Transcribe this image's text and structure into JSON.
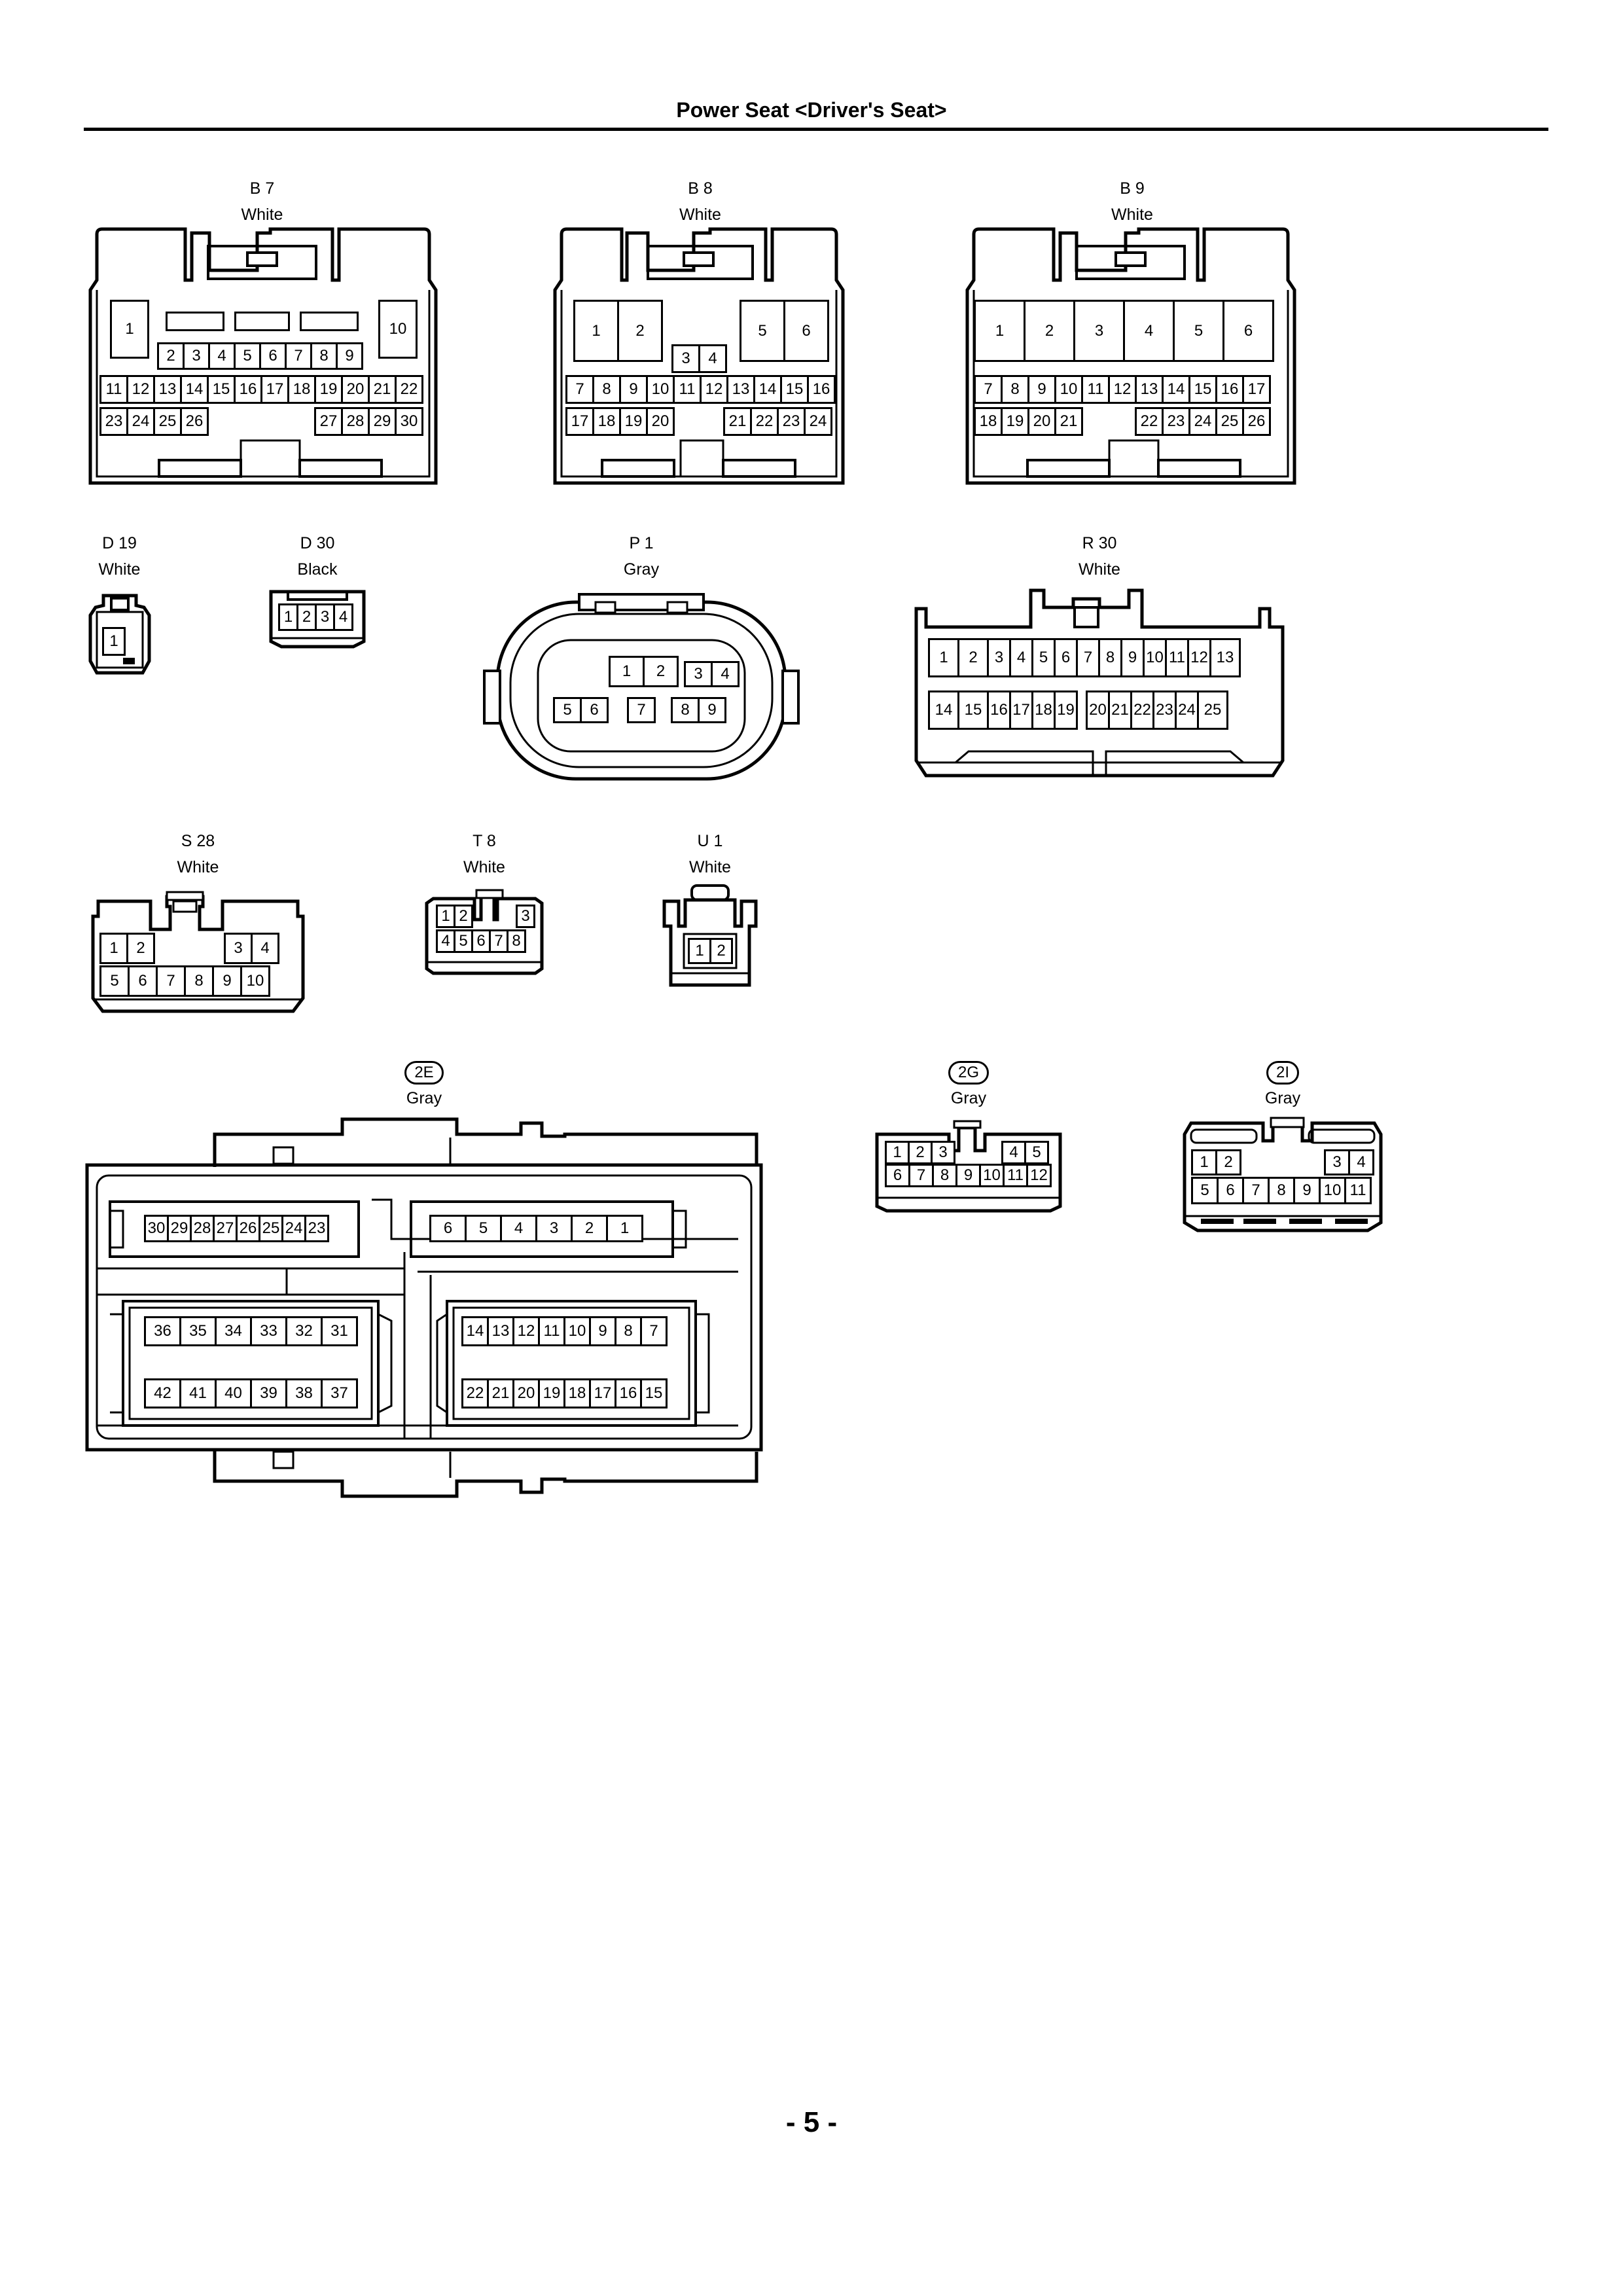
{
  "page": {
    "title": "Power Seat <Driver's Seat>",
    "page_number": "- 5 -"
  },
  "connectors": {
    "b7": {
      "id": "B 7",
      "color": "White",
      "rows": [
        [
          "1",
          "",
          "",
          "",
          "",
          "",
          "",
          "",
          "",
          "10"
        ],
        [
          "2",
          "3",
          "4",
          "5",
          "6",
          "7",
          "8",
          "9"
        ],
        [
          "11",
          "12",
          "13",
          "14",
          "15",
          "16",
          "17",
          "18",
          "19",
          "20",
          "21",
          "22"
        ],
        [
          "23",
          "24",
          "25",
          "26",
          "27",
          "28",
          "29",
          "30"
        ]
      ]
    },
    "b8": {
      "id": "B 8",
      "color": "White",
      "rows": [
        [
          "1",
          "2",
          "5",
          "6"
        ],
        [
          "3",
          "4"
        ],
        [
          "7",
          "8",
          "9",
          "10",
          "11",
          "12",
          "13",
          "14",
          "15",
          "16"
        ],
        [
          "17",
          "18",
          "19",
          "20",
          "21",
          "22",
          "23",
          "24"
        ]
      ]
    },
    "b9": {
      "id": "B 9",
      "color": "White",
      "rows": [
        [
          "1",
          "2",
          "3",
          "4",
          "5",
          "6"
        ],
        [
          "7",
          "8",
          "9",
          "10",
          "11",
          "12",
          "13",
          "14",
          "15",
          "16",
          "17"
        ],
        [
          "18",
          "19",
          "20",
          "21",
          "22",
          "23",
          "24",
          "25",
          "26"
        ]
      ]
    },
    "d19": {
      "id": "D 19",
      "color": "White",
      "rows": [
        [
          "1"
        ]
      ]
    },
    "d30": {
      "id": "D 30",
      "color": "Black",
      "rows": [
        [
          "1",
          "2",
          "3",
          "4"
        ]
      ]
    },
    "p1": {
      "id": "P 1",
      "color": "Gray",
      "rows": [
        [
          "1",
          "2",
          "3",
          "4"
        ],
        [
          "5",
          "6",
          "7",
          "8",
          "9"
        ]
      ]
    },
    "r30": {
      "id": "R 30",
      "color": "White",
      "rows": [
        [
          "1",
          "2",
          "3",
          "4",
          "5",
          "6",
          "7",
          "8",
          "9",
          "10",
          "11",
          "12",
          "13"
        ],
        [
          "14",
          "15",
          "16",
          "17",
          "18",
          "19",
          "20",
          "21",
          "22",
          "23",
          "24",
          "25"
        ]
      ]
    },
    "s28": {
      "id": "S 28",
      "color": "White",
      "rows": [
        [
          "1",
          "2",
          "3",
          "4"
        ],
        [
          "5",
          "6",
          "7",
          "8",
          "9",
          "10"
        ]
      ]
    },
    "t8": {
      "id": "T 8",
      "color": "White",
      "rows": [
        [
          "1",
          "2",
          "3"
        ],
        [
          "4",
          "5",
          "6",
          "7",
          "8"
        ]
      ]
    },
    "u1": {
      "id": "U 1",
      "color": "White",
      "rows": [
        [
          "1",
          "2"
        ]
      ]
    },
    "2e": {
      "id": "2E",
      "color": "Gray",
      "rows": [
        [
          "30",
          "29",
          "28",
          "27",
          "26",
          "25",
          "24",
          "23"
        ],
        [
          "6",
          "5",
          "4",
          "3",
          "2",
          "1"
        ],
        [
          "36",
          "35",
          "34",
          "33",
          "32",
          "31"
        ],
        [
          "14",
          "13",
          "12",
          "11",
          "10",
          "9",
          "8",
          "7"
        ],
        [
          "42",
          "41",
          "40",
          "39",
          "38",
          "37"
        ],
        [
          "22",
          "21",
          "20",
          "19",
          "18",
          "17",
          "16",
          "15"
        ]
      ]
    },
    "2g": {
      "id": "2G",
      "color": "Gray",
      "rows": [
        [
          "1",
          "2",
          "3",
          "4",
          "5"
        ],
        [
          "6",
          "7",
          "8",
          "9",
          "10",
          "11",
          "12"
        ]
      ]
    },
    "2i": {
      "id": "2I",
      "color": "Gray",
      "rows": [
        [
          "1",
          "2",
          "3",
          "4"
        ],
        [
          "5",
          "6",
          "7",
          "8",
          "9",
          "10",
          "11"
        ]
      ]
    }
  }
}
